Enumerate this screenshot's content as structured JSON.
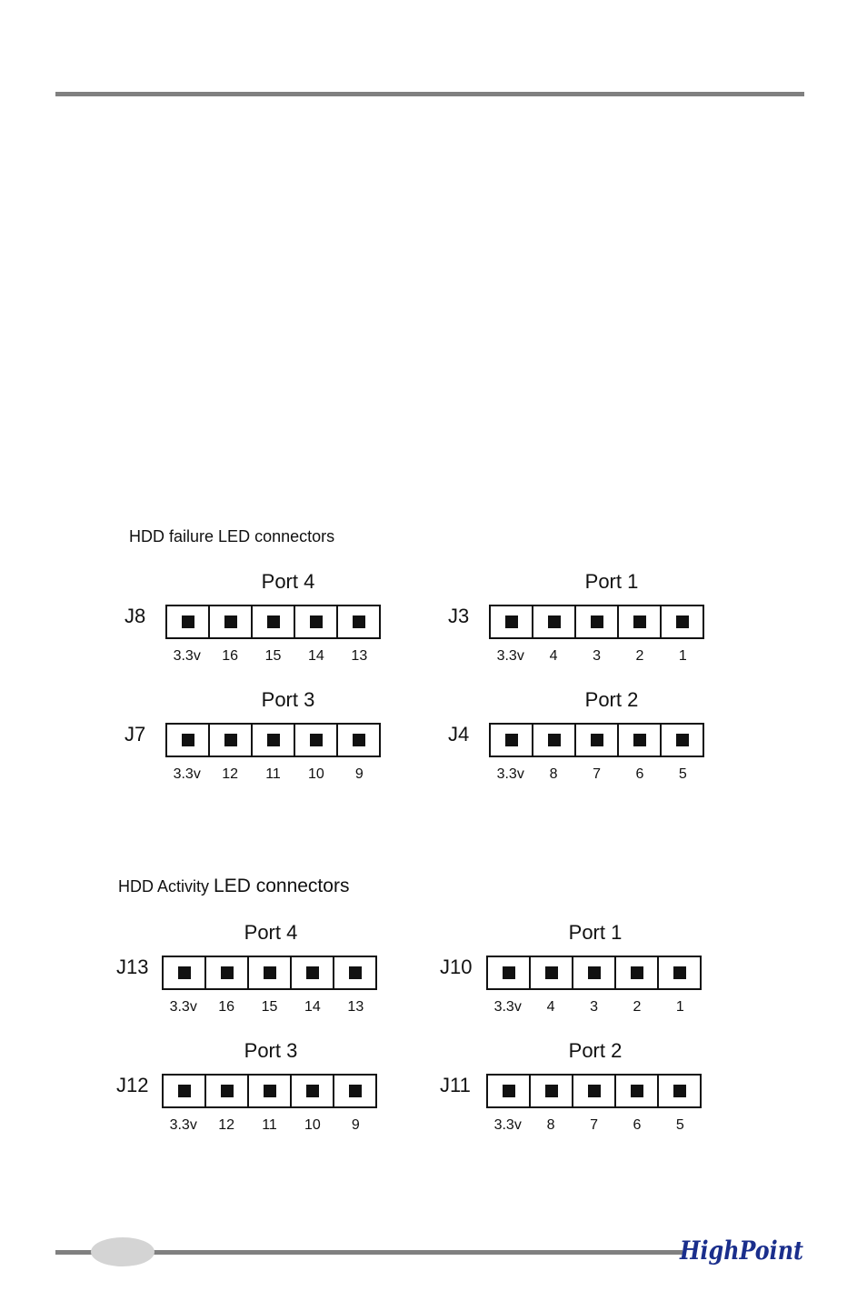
{
  "sections": [
    {
      "title_small": "HDD failure",
      "title_large": "LED connectors",
      "connectors": [
        {
          "port": "Port 4",
          "jumper": "J8",
          "pins": [
            "3.3v",
            "16",
            "15",
            "14",
            "13"
          ]
        },
        {
          "port": "Port 1",
          "jumper": "J3",
          "pins": [
            "3.3v",
            "4",
            "3",
            "2",
            "1"
          ]
        },
        {
          "port": "Port 3",
          "jumper": "J7",
          "pins": [
            "3.3v",
            "12",
            "11",
            "10",
            "9"
          ]
        },
        {
          "port": "Port 2",
          "jumper": "J4",
          "pins": [
            "3.3v",
            "8",
            "7",
            "6",
            "5"
          ]
        }
      ]
    },
    {
      "title_small": "HDD Activity",
      "title_large": "LED connectors",
      "connectors": [
        {
          "port": "Port 4",
          "jumper": "J13",
          "pins": [
            "3.3v",
            "16",
            "15",
            "14",
            "13"
          ]
        },
        {
          "port": "Port 1",
          "jumper": "J10",
          "pins": [
            "3.3v",
            "4",
            "3",
            "2",
            "1"
          ]
        },
        {
          "port": "Port 3",
          "jumper": "J12",
          "pins": [
            "3.3v",
            "12",
            "11",
            "10",
            "9"
          ]
        },
        {
          "port": "Port 2",
          "jumper": "J11",
          "pins": [
            "3.3v",
            "8",
            "7",
            "6",
            "5"
          ]
        }
      ]
    }
  ],
  "footer": {
    "logo_text": "HighPoint"
  },
  "colors": {
    "rule": "#808080",
    "logo": "#1a2e8c",
    "oval": "#d4d4d4"
  }
}
